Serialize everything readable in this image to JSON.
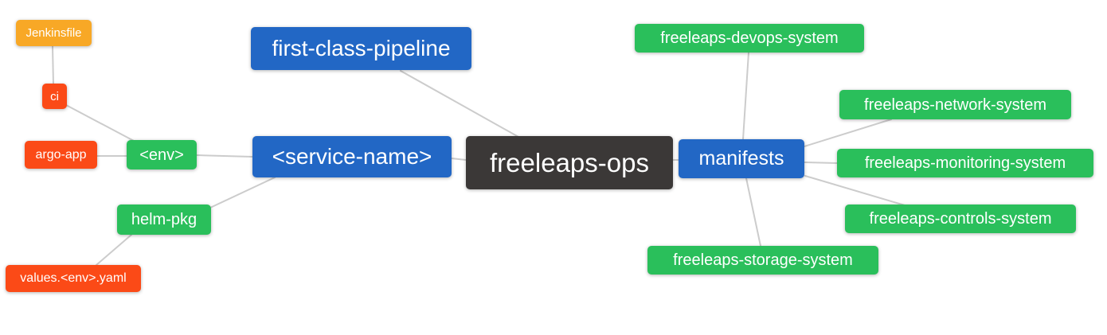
{
  "diagram": {
    "kind": "mindmap",
    "root_label": "freeleaps-ops"
  },
  "palette": {
    "blue": "#2267c5",
    "green": "#2abf5b",
    "red": "#fb4a17",
    "orange": "#f8a826",
    "dark": "#3b3837",
    "edge": "#cccccc",
    "text": "#ffffff",
    "background": "#ffffff"
  },
  "nodes": {
    "jenkinsfile": {
      "label": "Jenkinsfile",
      "color": "orange"
    },
    "ci": {
      "label": "ci",
      "color": "red"
    },
    "argo_app": {
      "label": "argo-app",
      "color": "red"
    },
    "env": {
      "label": "<env>",
      "color": "green"
    },
    "helm_pkg": {
      "label": "helm-pkg",
      "color": "green"
    },
    "values_env_yaml": {
      "label": "values.<env>.yaml",
      "color": "red"
    },
    "first_class_pipeline": {
      "label": "first-class-pipeline",
      "color": "blue"
    },
    "service_name": {
      "label": "<service-name>",
      "color": "blue"
    },
    "freeleaps_ops": {
      "label": "freeleaps-ops",
      "color": "dark"
    },
    "manifests": {
      "label": "manifests",
      "color": "blue"
    },
    "devops_system": {
      "label": "freeleaps-devops-system",
      "color": "green"
    },
    "network_system": {
      "label": "freeleaps-network-system",
      "color": "green"
    },
    "monitoring_system": {
      "label": "freeleaps-monitoring-system",
      "color": "green"
    },
    "controls_system": {
      "label": "freeleaps-controls-system",
      "color": "green"
    },
    "storage_system": {
      "label": "freeleaps-storage-system",
      "color": "green"
    }
  },
  "edges": [
    [
      "jenkinsfile",
      "ci"
    ],
    [
      "ci",
      "env"
    ],
    [
      "argo_app",
      "env"
    ],
    [
      "env",
      "service_name"
    ],
    [
      "service_name",
      "helm_pkg"
    ],
    [
      "helm_pkg",
      "values_env_yaml"
    ],
    [
      "first_class_pipeline",
      "freeleaps_ops"
    ],
    [
      "service_name",
      "freeleaps_ops"
    ],
    [
      "freeleaps_ops",
      "manifests"
    ],
    [
      "manifests",
      "devops_system"
    ],
    [
      "manifests",
      "network_system"
    ],
    [
      "manifests",
      "monitoring_system"
    ],
    [
      "manifests",
      "controls_system"
    ],
    [
      "manifests",
      "storage_system"
    ]
  ]
}
